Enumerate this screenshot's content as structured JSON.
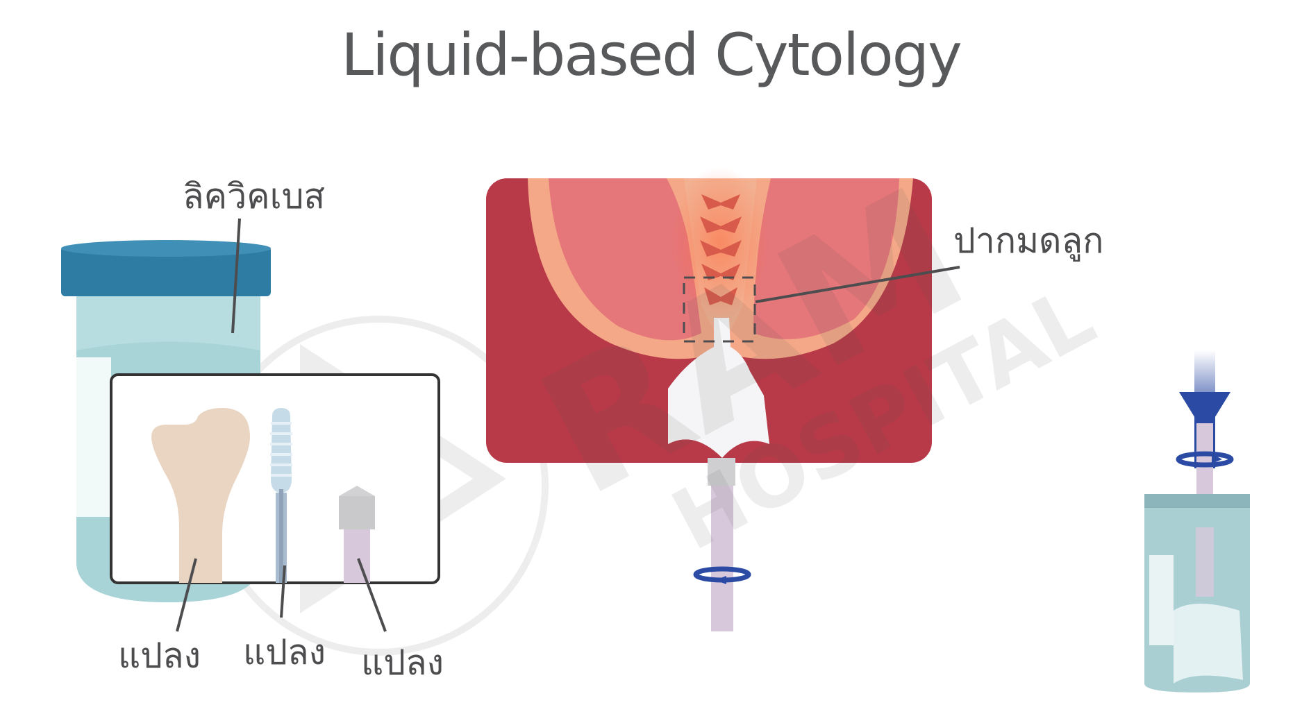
{
  "title": "Liquid-based Cytology",
  "labels": {
    "liquid_base": "ลิควิคเบส",
    "cervix": "ปากมดลูก",
    "brush_1": "แปลง",
    "brush_2": "แปลง",
    "brush_3": "แปลง"
  },
  "watermark": {
    "text_1": "RAM",
    "text_2": "HOSPITAL"
  },
  "colors": {
    "title_text": "#58595b",
    "jar_lid": "#2e7ca3",
    "jar_body": "#b7dde0",
    "uterus_outer": "#b83a48",
    "uterus_inner": "#e57679",
    "uterus_wall": "#f4a888",
    "brush_handle": "#d8c8dc",
    "arrow_blue": "#2b4aa3"
  }
}
